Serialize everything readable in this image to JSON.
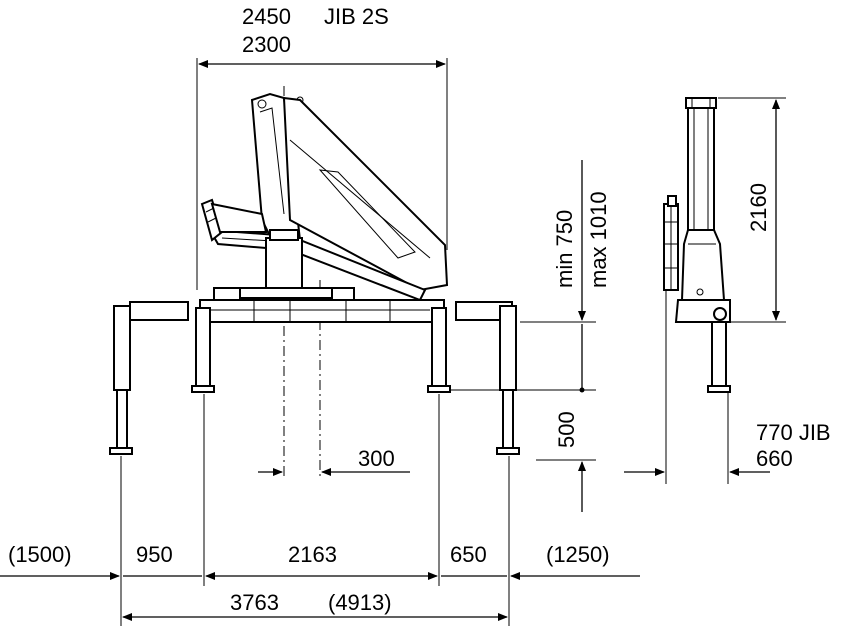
{
  "labels": {
    "top_width_1": "2450",
    "jib_label": "JIB 2S",
    "top_width_2": "2300",
    "reach_min": "min  750",
    "reach_max": "max 1010",
    "side_height": "2160",
    "stroke": "500",
    "offset": "300",
    "side_width_1": "770 JIB",
    "side_width_2": "660",
    "bottom_ext_left": "(1500)",
    "bottom_950": "950",
    "bottom_2163": "2163",
    "bottom_650": "650",
    "bottom_ext_right": "(1250)",
    "bottom_total": "3763",
    "bottom_total_ext": "(4913)"
  }
}
